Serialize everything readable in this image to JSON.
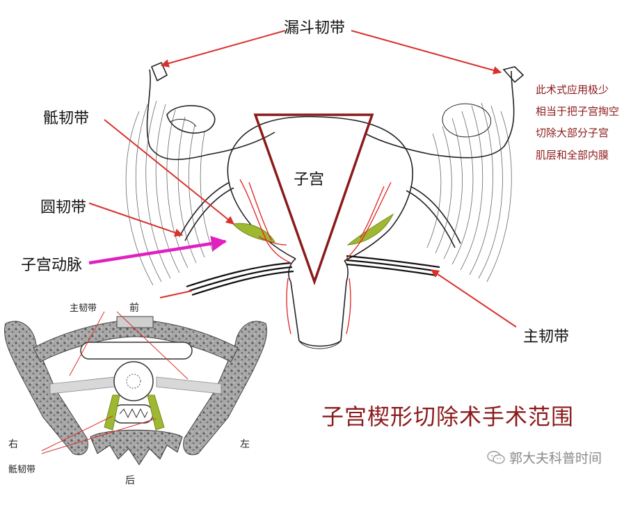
{
  "labels": {
    "infundibulopelvic": "漏斗韧带",
    "uterosacral": "骶韧带",
    "round": "圆韧带",
    "uterine_artery": "子宫动脉",
    "uterus": "子宫",
    "cardinal": "主韧带"
  },
  "note_lines": [
    "此术式应用极少",
    "相当于把子宫掏空",
    "切除大部分子宫",
    "肌层和全部内膜"
  ],
  "inset": {
    "cardinal": "主韧带",
    "front": "前",
    "right": "右",
    "left": "左",
    "back": "后",
    "uterosacral": "骶韧带"
  },
  "title": "子宫楔形切除术手术范围",
  "watermark": "郭大夫科普时间",
  "icons": {
    "watermark": "wechat-icon"
  },
  "colors": {
    "note_text": "#8b1a1a",
    "title_text": "#8b1a1a",
    "wedge": "#8b1a1a",
    "pointer": "#d9302a",
    "artery_arrow": "#e020c0",
    "ligament_green": "#9fb832",
    "vessel": "#e02020"
  }
}
